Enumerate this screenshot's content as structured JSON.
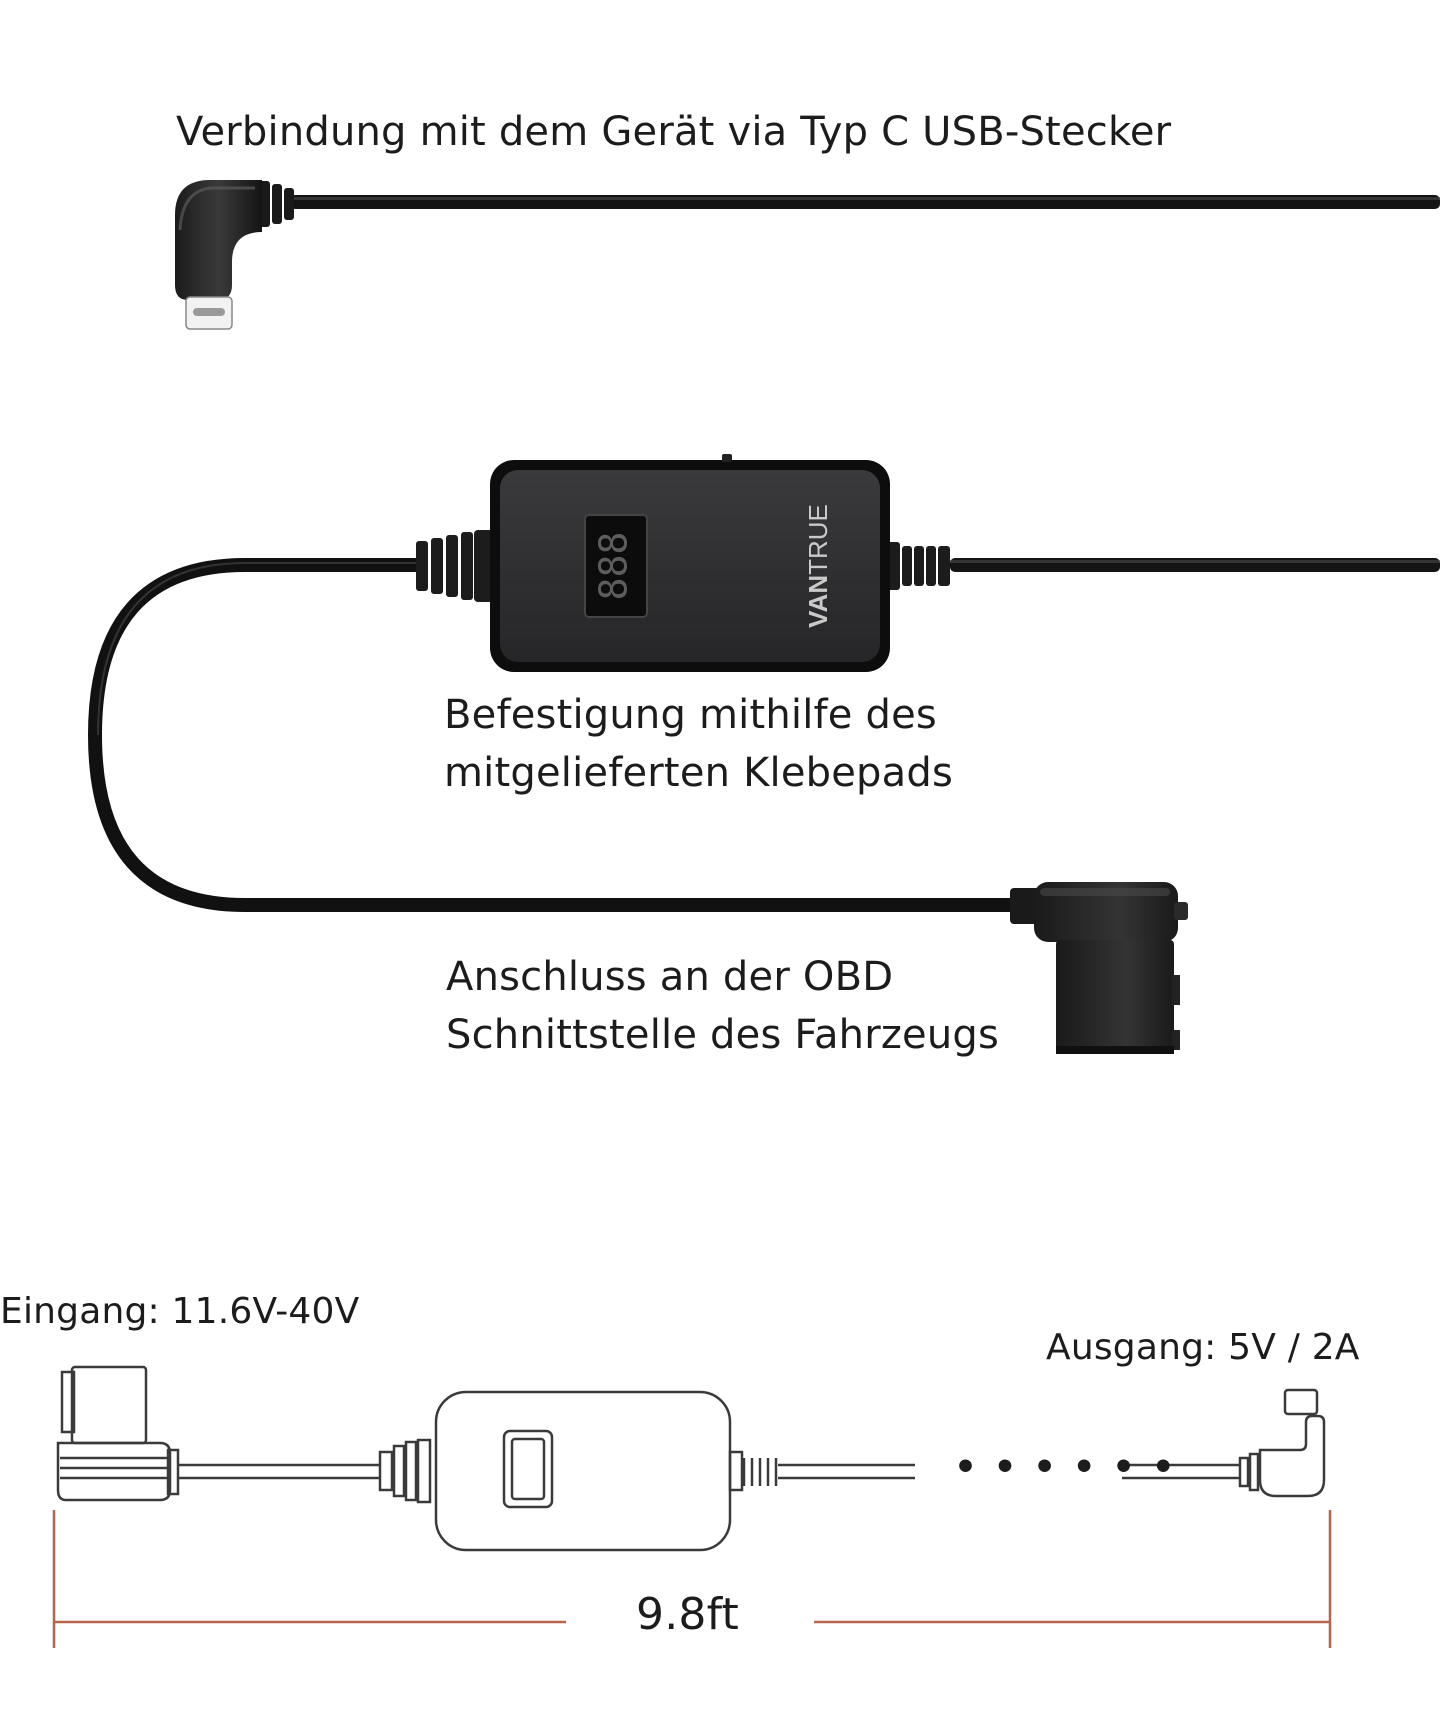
{
  "top_section": {
    "usb_label": "Verbindung mit dem Gerät via Typ C USB-Stecker",
    "mount_label_line1": "Befestigung mithilfe des",
    "mount_label_line2": "mitgelieferten Klebepads",
    "obd_label_line1": "Anschluss an der OBD",
    "obd_label_line2": "Schnittstelle des Fahrzeugs",
    "brand_bold": "VAN",
    "brand_light": "TRUE",
    "display_digits": "888"
  },
  "bottom_section": {
    "input_label": "Eingang: 11.6V-40V",
    "output_label": "Ausgang: 5V / 2A",
    "length_label": "9.8ft",
    "dots": "• • • • • •"
  },
  "colors": {
    "cable": "#111111",
    "module_body": "#2f2f31",
    "outline_sketch": "#3a3a3a",
    "dimension_line": "#b5654a"
  }
}
